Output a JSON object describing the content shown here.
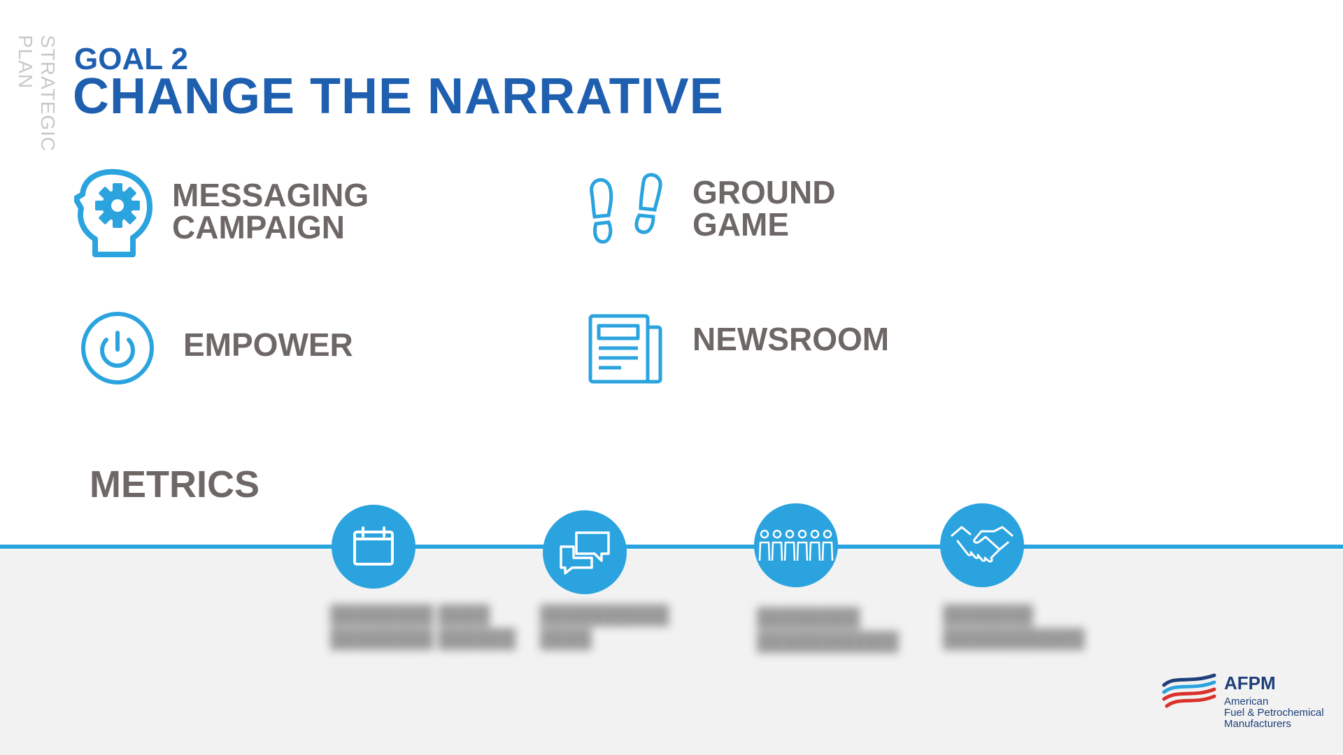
{
  "side_label": "STRATEGIC PLAN",
  "goal": {
    "label": "GOAL 2",
    "title": "CHANGE THE NARRATIVE"
  },
  "sections": [
    {
      "icon": "head-gear-icon",
      "lines": [
        "MESSAGING",
        "CAMPAIGN"
      ]
    },
    {
      "icon": "footprints-icon",
      "lines": [
        "GROUND",
        "GAME"
      ]
    },
    {
      "icon": "power-icon",
      "lines": [
        "EMPOWER"
      ]
    },
    {
      "icon": "newspaper-icon",
      "lines": [
        "NEWSROOM"
      ]
    }
  ],
  "metrics": {
    "heading": "METRICS",
    "items": [
      {
        "icon": "calendar-icon"
      },
      {
        "icon": "chat-bubbles-icon"
      },
      {
        "icon": "people-group-icon"
      },
      {
        "icon": "handshake-icon"
      }
    ]
  },
  "logo": {
    "name": "AFPM",
    "subtitle_lines": [
      "American",
      "Fuel & Petrochemical",
      "Manufacturers"
    ]
  },
  "colors": {
    "brand_blue": "#1e5fb0",
    "accent_blue": "#2aa3df",
    "text_gray": "#6d6766",
    "band_gray": "#f2f2f2",
    "logo_red": "#d9322b"
  }
}
